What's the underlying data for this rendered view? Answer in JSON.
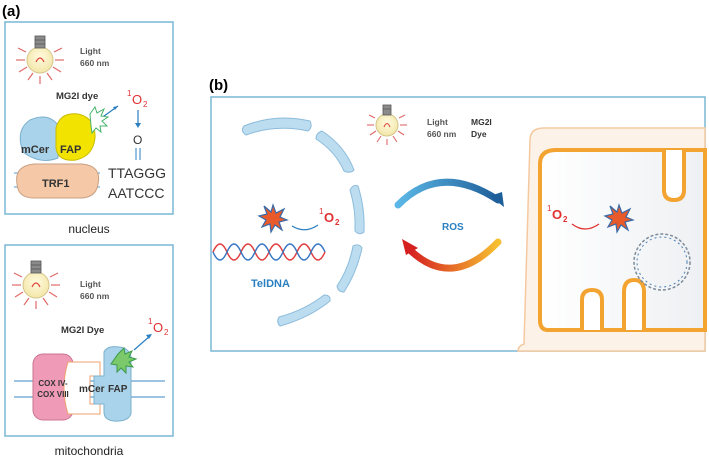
{
  "panel_a": {
    "tag": "(a)",
    "nucleus": {
      "light_line1": "Light",
      "light_line2": "660 nm",
      "dye": "MG2I dye",
      "singlet_sup": "1",
      "singlet_base": "O",
      "singlet_sub": "2",
      "o_label": "O",
      "fap": "FAP",
      "mcer": "mCer",
      "trf1": "TRF1",
      "seq_top": "TTAGGG",
      "seq_bottom": "AATCCC",
      "caption": "nucleus"
    },
    "mito": {
      "light_line1": "Light",
      "light_line2": "660 nm",
      "dye": "MG2I Dye",
      "singlet_sup": "1",
      "singlet_base": "O",
      "singlet_sub": "2",
      "cox_line1": "COX IV-",
      "cox_line2": "COX VIII",
      "mcer": "mCer",
      "fap": "FAP",
      "caption": "mitochondria"
    }
  },
  "panel_b": {
    "tag": "(b)",
    "light_line1": "Light",
    "light_line2": "660 nm",
    "dye_line1": "MG2I",
    "dye_line2": "Dye",
    "ros": "ROS",
    "teldna": "TelDNA",
    "nuc_sup": "1",
    "nuc_base": "O",
    "nuc_sub": "2",
    "mito_sup": "1",
    "mito_base": "O",
    "mito_sub": "2"
  },
  "colors": {
    "frame": "#7ab7d6",
    "light_blue": "#a9d3ea",
    "fap_yellow": "#f2e400",
    "trf_peach": "#f5c9a8",
    "pink": "#ef9ab7",
    "red": "#e03030",
    "orange": "#f2a330",
    "text_blue": "#2a7fc1"
  }
}
